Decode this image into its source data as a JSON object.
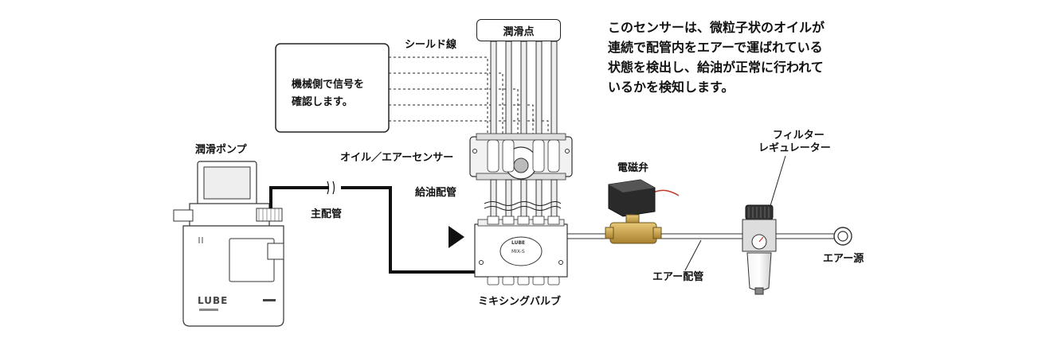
{
  "description": [
    "このセンサーは、微粒子状のオイルが",
    "連続で配管内をエアーで運ばれている",
    "状態を検出し、給油が正常に行われて",
    "いるかを検知します。"
  ],
  "labels": {
    "lubrication_point": "潤滑点",
    "shield_wire": "シールド線",
    "machine_side": [
      "機械側で信号を",
      "確認します。"
    ],
    "pump": "潤滑ポンプ",
    "sensor": "オイル／エアーセンサー",
    "oil_pipe": "給油配管",
    "main_pipe": "主配管",
    "solenoid_valve": "電磁弁",
    "filter_regulator": [
      "フィルター",
      "レギュレーター"
    ],
    "air_source": "エアー源",
    "air_pipe": "エアー配管",
    "mixing_valve": "ミキシングバルブ",
    "mixing_valve_model": "MIX-S",
    "mixing_valve_brand": "LUBE",
    "pump_logo": "LUBE"
  },
  "colors": {
    "line": "#111111",
    "outline": "#333333",
    "brass": "#c9a24a",
    "coil": "#222222",
    "wire_red": "#c0392b",
    "fill_gray": "#e6e6e6"
  },
  "icons": [
    "arrow-right-icon",
    "air-source-icon",
    "break-mark-icon"
  ]
}
